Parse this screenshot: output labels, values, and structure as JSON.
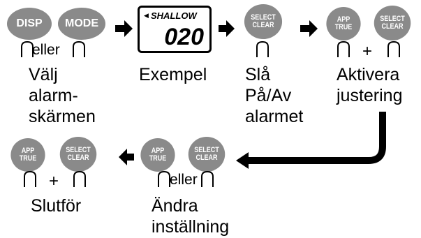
{
  "step1": {
    "button_left": "DISP",
    "button_right": "MODE",
    "connector": "eller",
    "caption": [
      "Välj",
      "alarm-",
      "skärmen"
    ]
  },
  "step2": {
    "display_label": "SHALLOW",
    "display_value": "020",
    "caption": "Exempel"
  },
  "step3": {
    "button": [
      "SELECT",
      "CLEAR"
    ],
    "caption": [
      "Slå",
      "På/Av",
      "alarmet"
    ]
  },
  "step4": {
    "button_left": [
      "APP",
      "TRUE"
    ],
    "button_right": [
      "SELECT",
      "CLEAR"
    ],
    "connector": "+",
    "caption": [
      "Aktivera",
      "justering"
    ]
  },
  "step5": {
    "button_left": [
      "APP",
      "TRUE"
    ],
    "button_right": [
      "SELECT",
      "CLEAR"
    ],
    "connector": "eller",
    "caption": [
      "Ändra",
      "inställning"
    ]
  },
  "step6": {
    "button_left": [
      "APP",
      "TRUE"
    ],
    "button_right": [
      "SELECT",
      "CLEAR"
    ],
    "connector": "+",
    "caption": "Slutför"
  }
}
